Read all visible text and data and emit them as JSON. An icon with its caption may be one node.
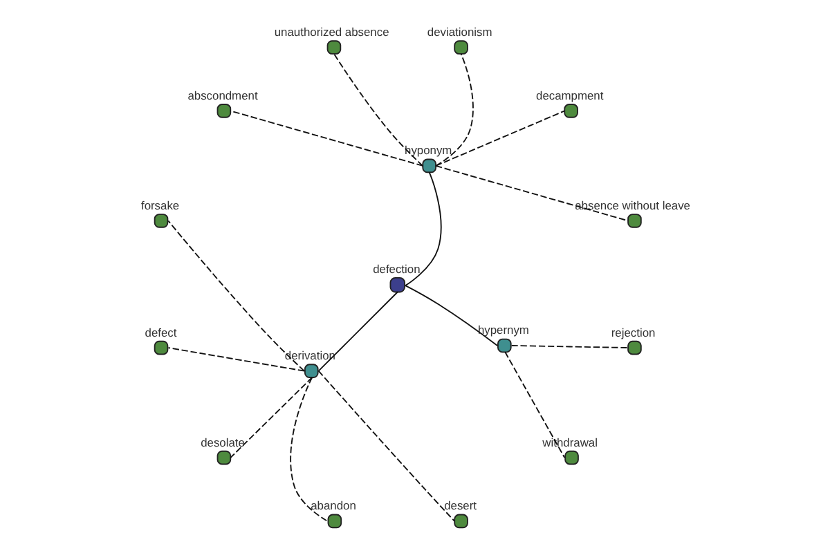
{
  "diagram": {
    "nodes": [
      {
        "text": [
          "absence without leave"
        ]
      },
      {
        "text": [
          "decampment"
        ]
      },
      {
        "text": [
          "deviationism"
        ]
      },
      {
        "text": [
          "unauthorized absence"
        ]
      },
      {
        "text": [
          "hyponym"
        ]
      },
      {
        "text": [
          "abscondment"
        ]
      },
      {
        "text": [
          "forsake"
        ]
      },
      {
        "text": [
          "defection"
        ]
      },
      {
        "text": [
          "defect"
        ]
      },
      {
        "text": [
          "derivation"
        ]
      },
      {
        "text": [
          "hypernym"
        ]
      },
      {
        "text": [
          "desolate"
        ]
      },
      {
        "text": [
          "abandon"
        ]
      },
      {
        "text": [
          "desert"
        ]
      },
      {
        "text": [
          "withdrawal"
        ]
      },
      {
        "text": [
          "rejection"
        ]
      }
    ],
    "edges": [
      {
        "from": 7,
        "to": 4,
        "arrow": "none"
      },
      {
        "from": 7,
        "to": 9,
        "arrow": "none"
      },
      {
        "from": 7,
        "to": 10,
        "arrow": "none"
      },
      {
        "from": 4,
        "to": 0,
        "arrow": "none",
        "style": "dashed"
      },
      {
        "from": 4,
        "to": 1,
        "arrow": "none",
        "style": "dashed"
      },
      {
        "from": 4,
        "to": 2,
        "arrow": "none",
        "style": "dashed"
      },
      {
        "from": 4,
        "to": 3,
        "arrow": "none",
        "style": "dashed"
      },
      {
        "from": 4,
        "to": 5,
        "arrow": "none",
        "style": "dashed"
      },
      {
        "from": 9,
        "to": 6,
        "arrow": "none",
        "style": "dashed"
      },
      {
        "from": 9,
        "to": 8,
        "arrow": "none",
        "style": "dashed"
      },
      {
        "from": 9,
        "to": 11,
        "arrow": "none",
        "style": "dashed"
      },
      {
        "from": 9,
        "to": 12,
        "arrow": "none",
        "style": "dashed"
      },
      {
        "from": 9,
        "to": 13,
        "arrow": "none",
        "style": "dashed"
      },
      {
        "from": 10,
        "to": 14,
        "arrow": "none",
        "style": "dashed"
      },
      {
        "from": 10,
        "to": 15,
        "arrow": "none",
        "style": "dashed"
      }
    ]
  }
}
